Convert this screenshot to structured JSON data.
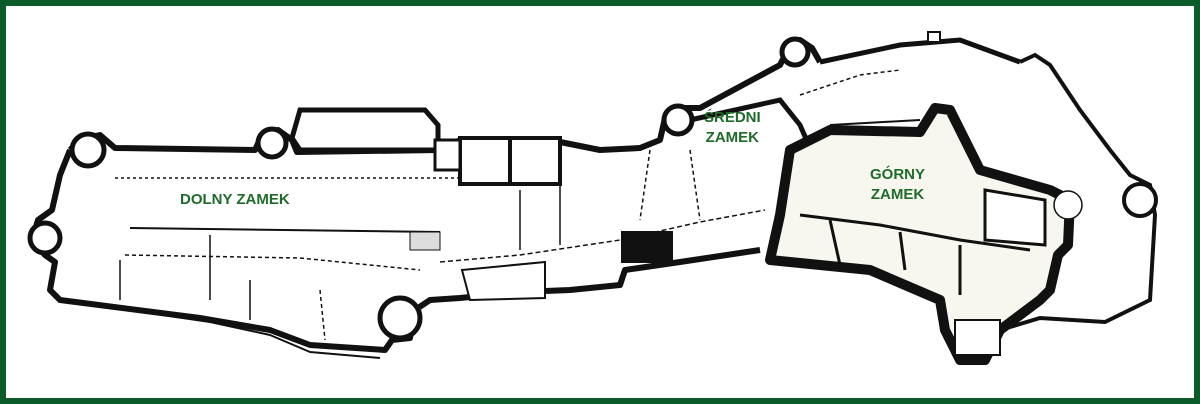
{
  "colors": {
    "frame": "#0b5a2a",
    "label": "#1f6b2a",
    "wall": "#111111",
    "background": "#ffffff"
  },
  "labels": {
    "dolny": "DOLNY ZAMEK",
    "sredni_line1": "ŚREDNI",
    "sredni_line2": "ZAMEK",
    "gorny_line1": "GÓRNY",
    "gorny_line2": "ZAMEK"
  }
}
